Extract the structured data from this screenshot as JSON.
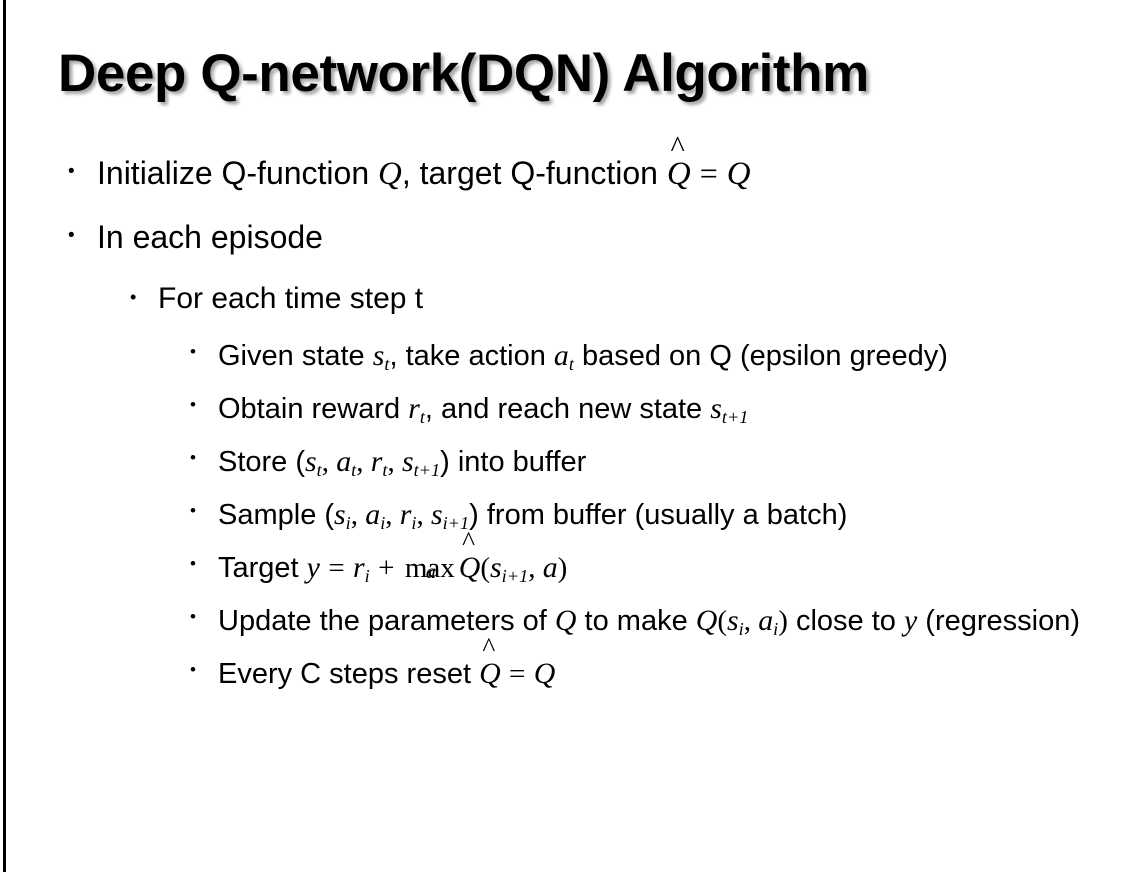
{
  "slide": {
    "title": "Deep Q-network(DQN) Algorithm",
    "bullet_glyph": "•",
    "hat_glyph": "^",
    "background_color": "#ffffff",
    "text_color": "#000000",
    "left_rule_color": "#000000"
  },
  "content": {
    "b1": {
      "level": 1,
      "pre": "Initialize Q-function ",
      "var_q1": "Q",
      "mid": ", target Q-function ",
      "qhat": "Q",
      "eq": "=",
      "var_q2": "Q"
    },
    "b2": {
      "level": 1,
      "text": "In each episode"
    },
    "b3": {
      "level": 2,
      "text": "For each time step t"
    },
    "b4": {
      "level": 3,
      "pre": "Given state ",
      "var_s": "s",
      "sub_s": "t",
      "mid": ", take action ",
      "var_a": "a",
      "sub_a": "t",
      "post": " based on Q (epsilon greedy)"
    },
    "b5": {
      "level": 3,
      "pre": "Obtain reward ",
      "var_r": "r",
      "sub_r": "t",
      "mid": ", and reach new state ",
      "var_s": "s",
      "sub_s": "t+1"
    },
    "b6": {
      "level": 3,
      "pre": "Store (",
      "var_s1": "s",
      "sub_s1": "t",
      "sep1": ", ",
      "var_a": "a",
      "sub_a": "t",
      "sep2": ", ",
      "var_r": "r",
      "sub_r": "t",
      "sep3": ", ",
      "var_s2": "s",
      "sub_s2": "t+1",
      "post": ") into buffer"
    },
    "b7": {
      "level": 3,
      "pre": "Sample (",
      "var_s1": "s",
      "sub_s1": "i",
      "sep1": ", ",
      "var_a": "a",
      "sub_a": "i",
      "sep2": ", ",
      "var_r": "r",
      "sub_r": "i",
      "sep3": ", ",
      "var_s2": "s",
      "sub_s2": "i+1",
      "post": ") from buffer (usually a batch)"
    },
    "b8": {
      "level": 3,
      "pre": "Target ",
      "var_y": "y",
      "eq": "=",
      "var_r": "r",
      "sub_r": "i",
      "plus": "+",
      "max": "max",
      "max_under": "a",
      "qhat": "Q",
      "open": "(",
      "var_s": "s",
      "sub_s": "i+1",
      "comma": ", ",
      "var_a": "a",
      "close": ")"
    },
    "b9": {
      "level": 3,
      "pre": "Update the parameters of ",
      "var_q1": "Q",
      "mid": " to make ",
      "var_q2": "Q",
      "open": "(",
      "var_s": "s",
      "sub_s": "i",
      "comma": ", ",
      "var_a": "a",
      "sub_a": "i",
      "close": ")",
      "post": " close to ",
      "var_y": "y",
      "tail": " (regression)"
    },
    "b10": {
      "level": 3,
      "pre": "Every C steps reset ",
      "qhat": "Q",
      "eq": "=",
      "var_q": "Q"
    }
  }
}
